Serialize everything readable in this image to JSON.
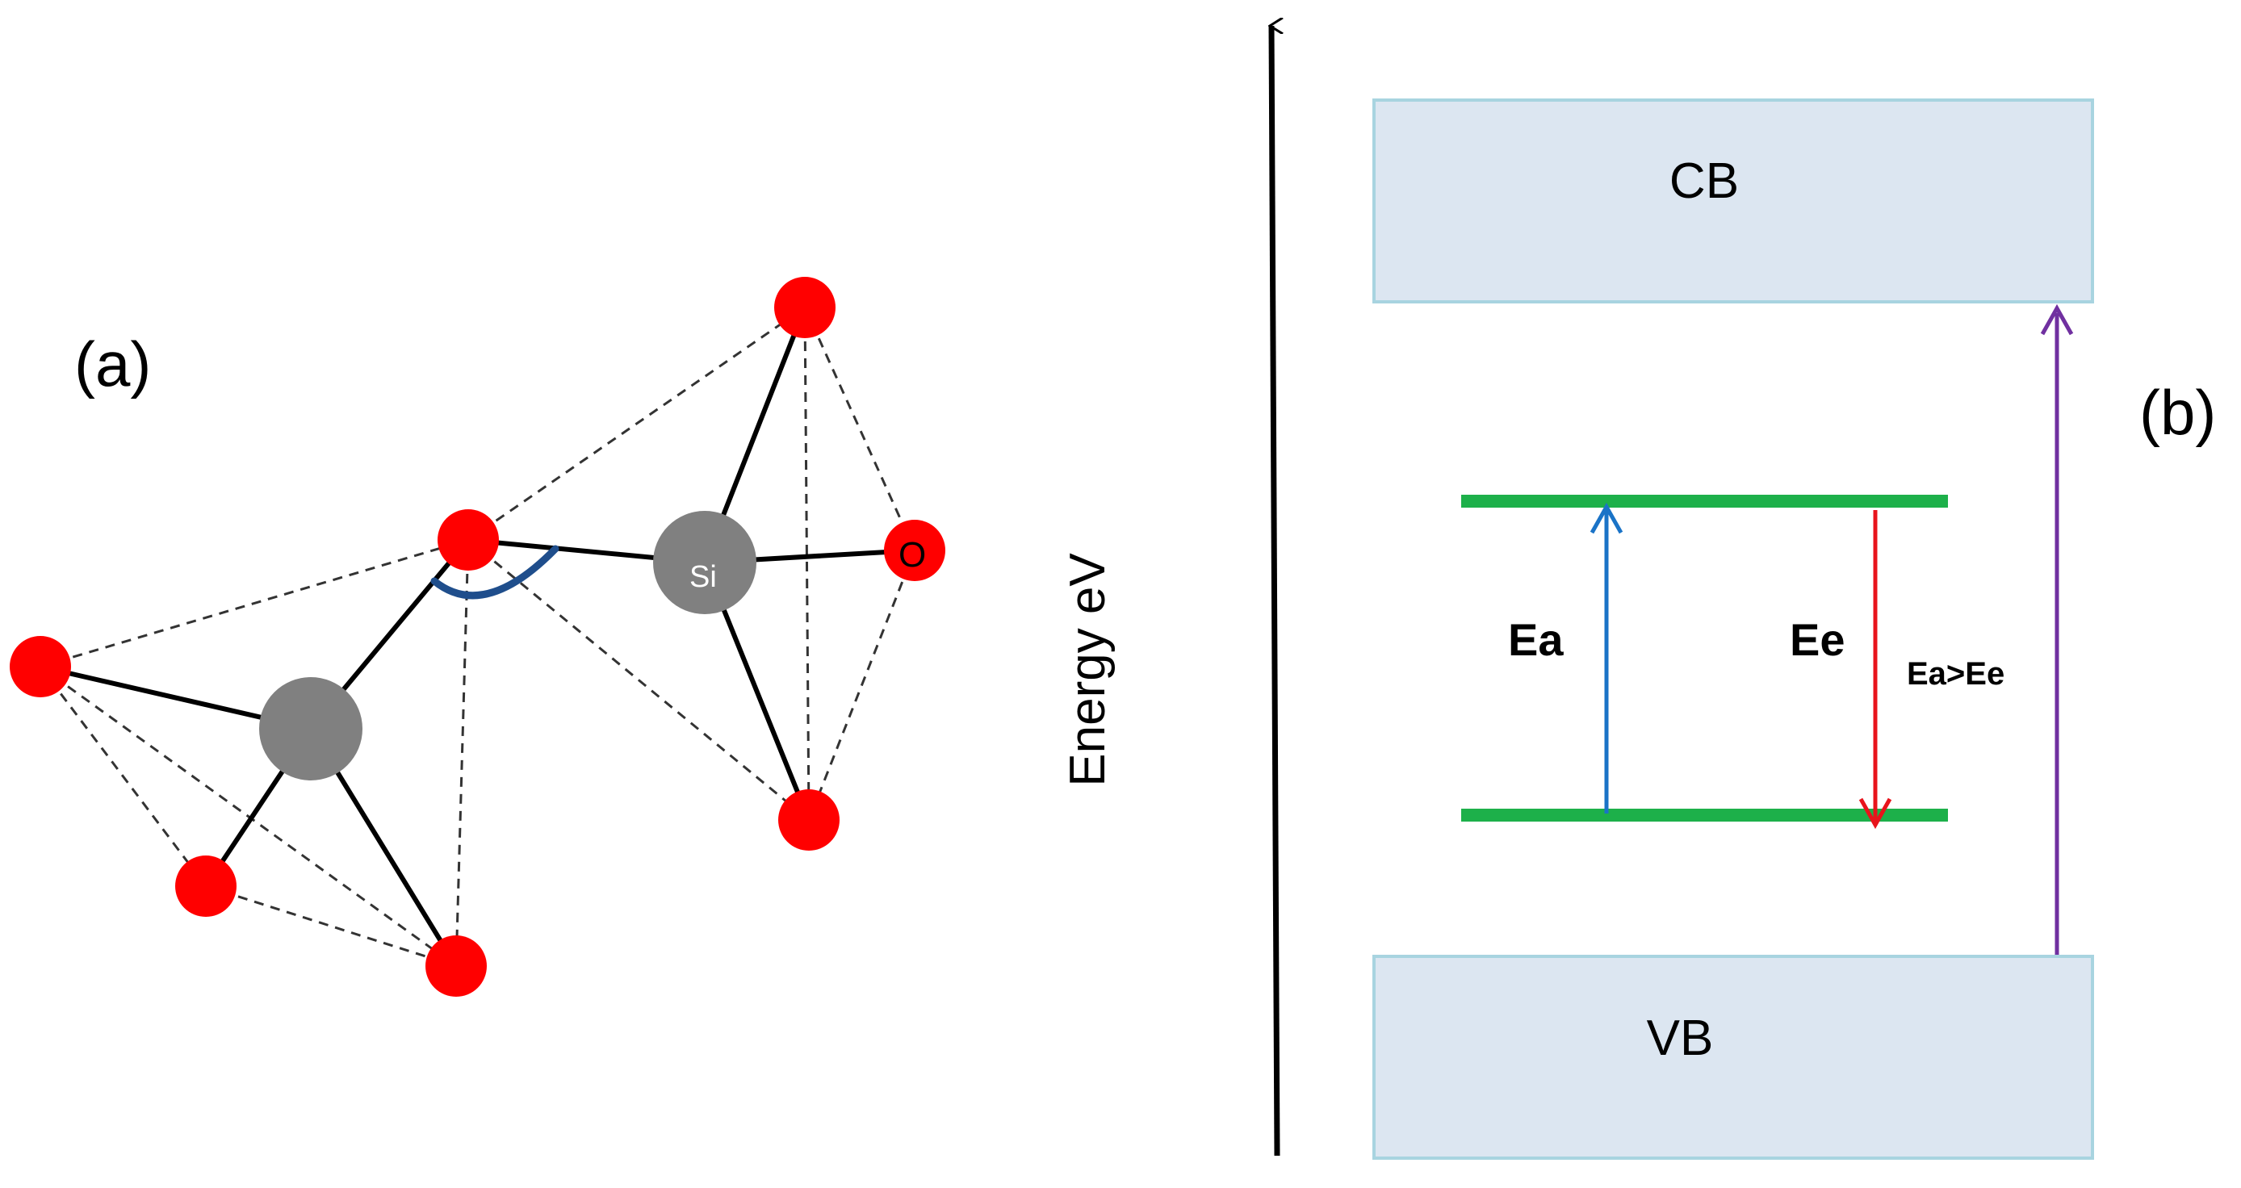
{
  "panel_a": {
    "label": "(a)",
    "si_label": "Si",
    "o_label": "O"
  },
  "panel_b": {
    "label": "(b)",
    "axis_label": "Energy eV",
    "cb_label": "CB",
    "vb_label": "VB",
    "ea_label": "Ea",
    "ee_label": "Ee",
    "relation_label": "Ea>Ee"
  },
  "colors": {
    "oxygen": "#ff0000",
    "silicon": "#808080",
    "angle_arc": "#1f4e8c",
    "band_fill": "#dce6f1",
    "band_stroke": "#a8d4e0",
    "level": "#1db04a",
    "absorption_arrow": "#1a73c7",
    "emission_arrow": "#e8141c",
    "gap_arrow": "#7030a0"
  }
}
